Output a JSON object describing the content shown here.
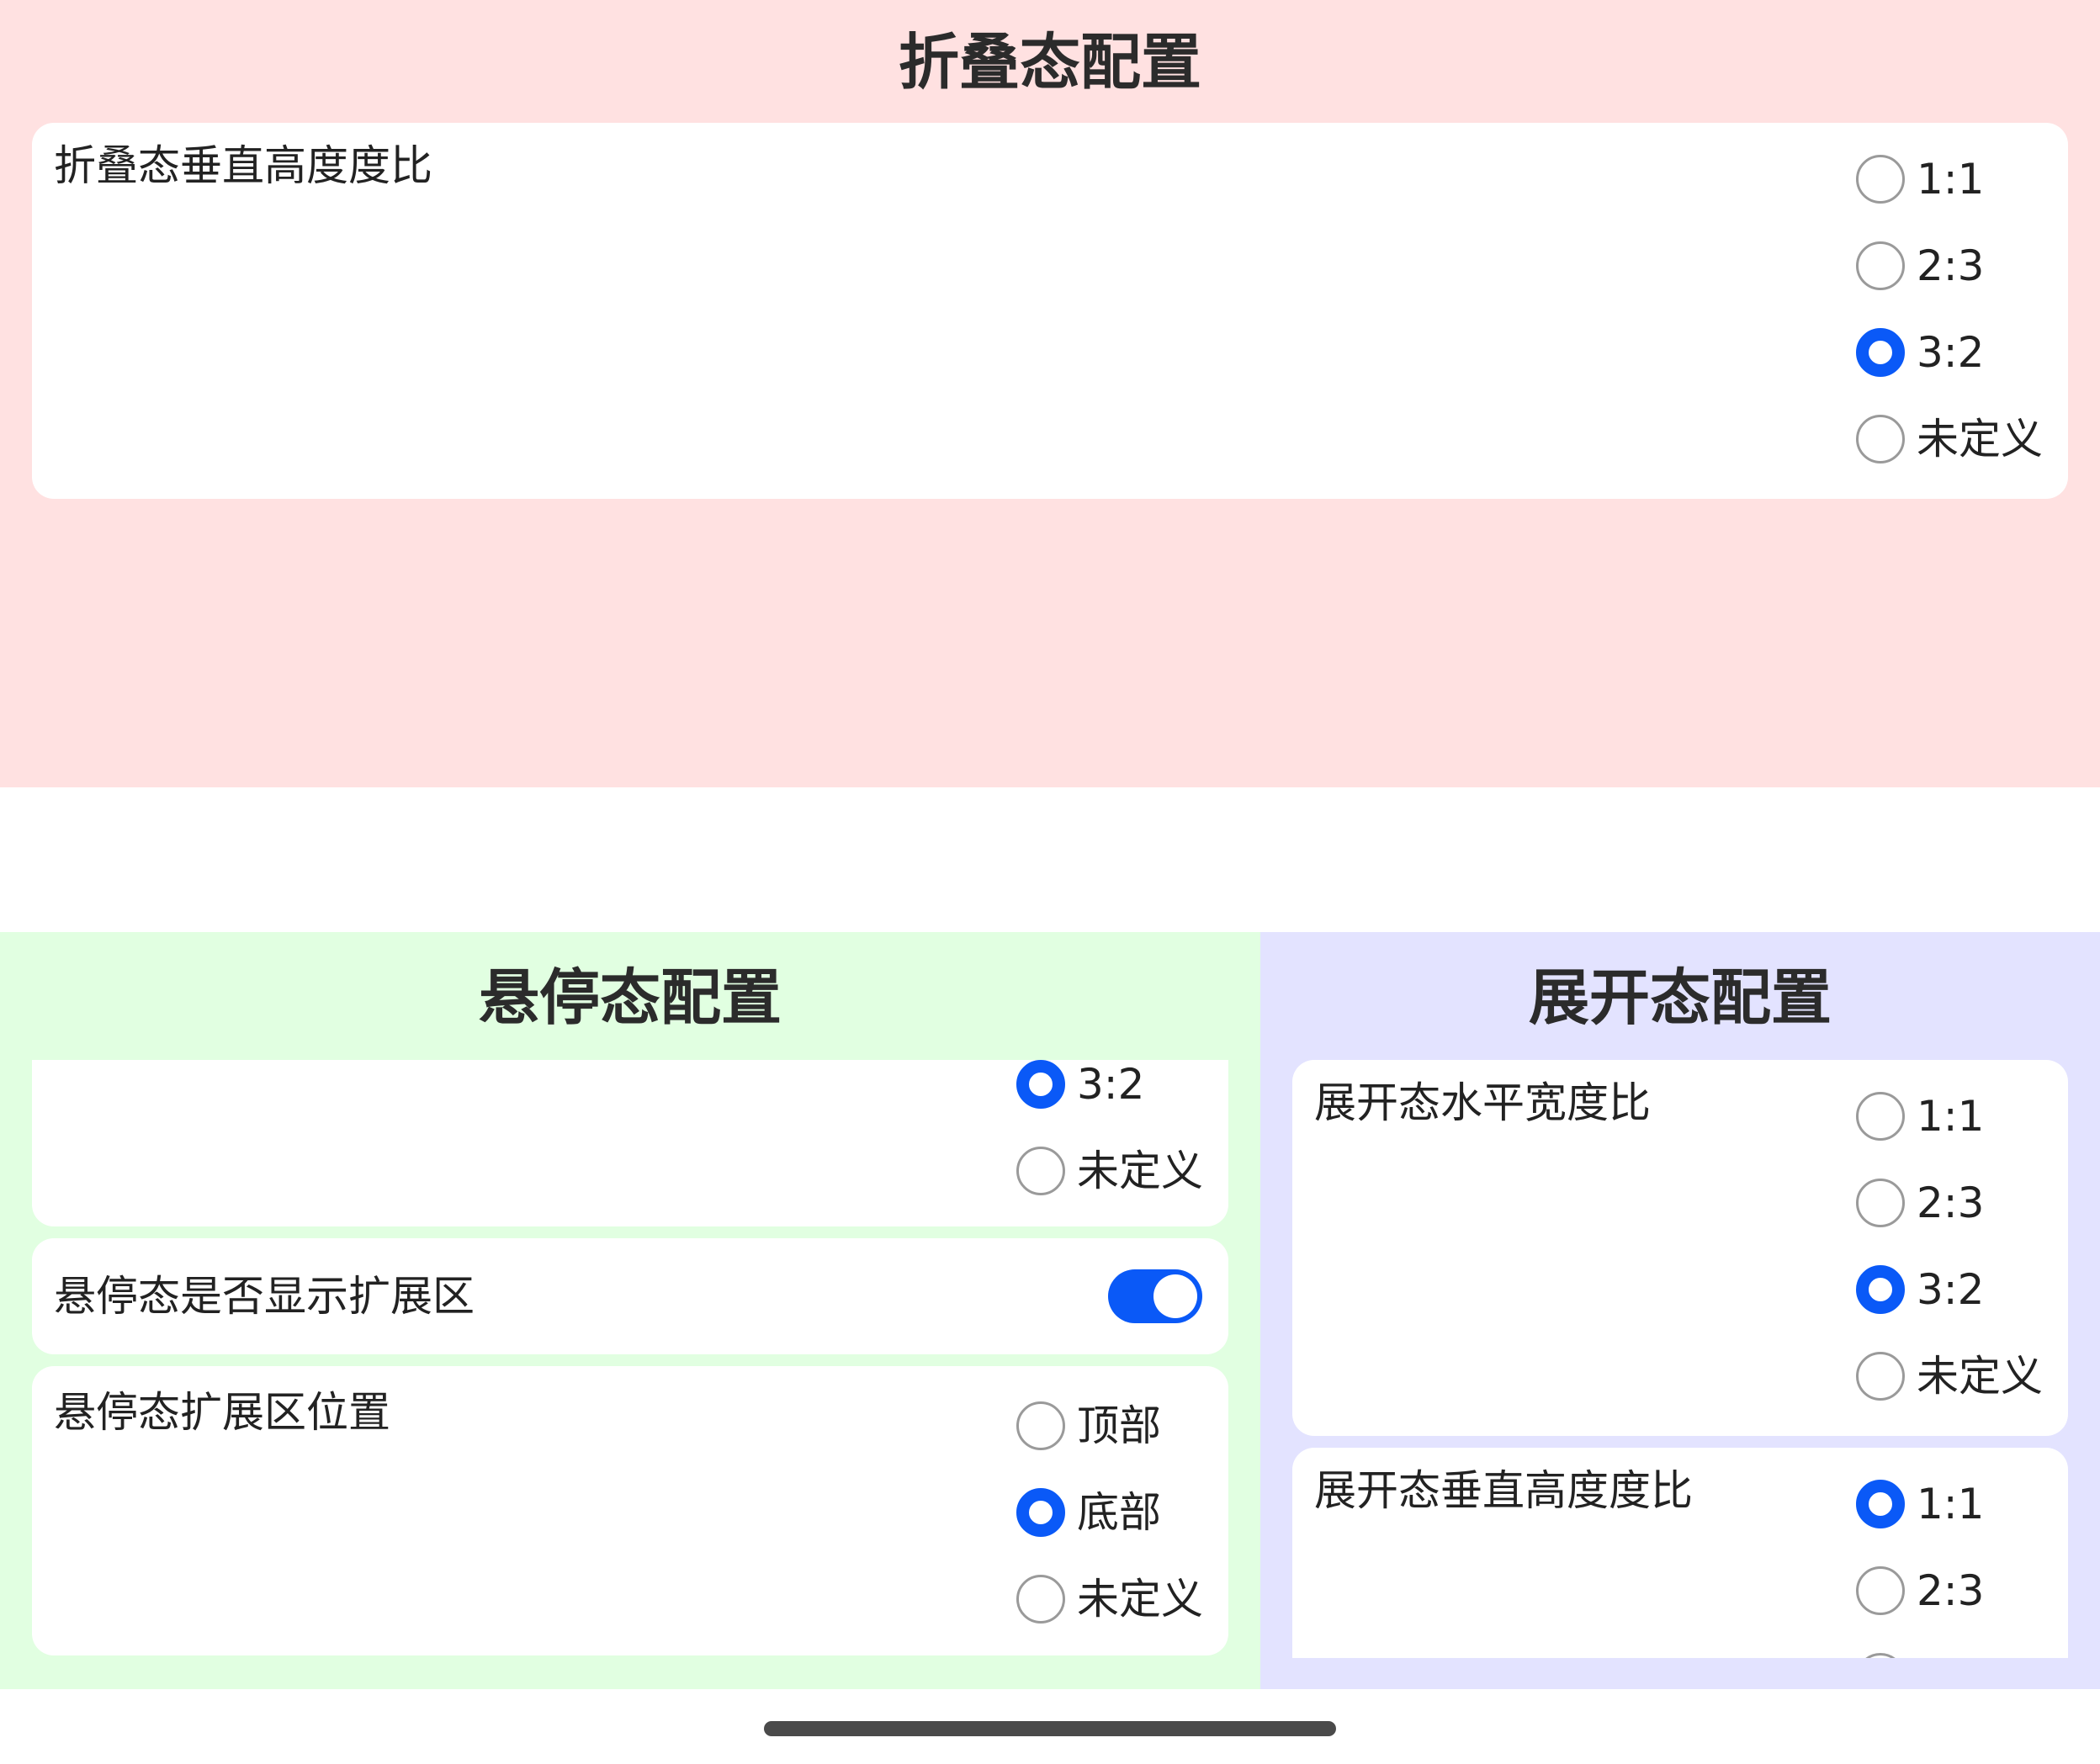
{
  "folded": {
    "title": "折叠态配置",
    "background": "#ffe1e1",
    "vertical_ratio": {
      "label": "折叠态垂直高度度比",
      "options": [
        "1:1",
        "2:3",
        "3:2",
        "未定义"
      ],
      "selected": "3:2"
    }
  },
  "hover": {
    "title": "悬停态配置",
    "background": "#e1ffe1",
    "ratio_options_visible": [
      "3:2",
      "未定义"
    ],
    "ratio_selected": "3:2",
    "show_extension": {
      "label": "悬停态是否显示扩展区",
      "enabled": true
    },
    "extension_position": {
      "label": "悬停态扩展区位置",
      "options": [
        "顶部",
        "底部",
        "未定义"
      ],
      "selected": "底部"
    }
  },
  "expanded": {
    "title": "展开态配置",
    "background": "#e3e3ff",
    "horizontal_ratio": {
      "label": "展开态水平宽度比",
      "options": [
        "1:1",
        "2:3",
        "3:2",
        "未定义"
      ],
      "selected": "3:2"
    },
    "vertical_ratio": {
      "label": "展开态垂直高度度比",
      "options_visible": [
        "1:1",
        "2:3"
      ],
      "selected": "1:1"
    }
  },
  "accent_color": "#0a59f7"
}
